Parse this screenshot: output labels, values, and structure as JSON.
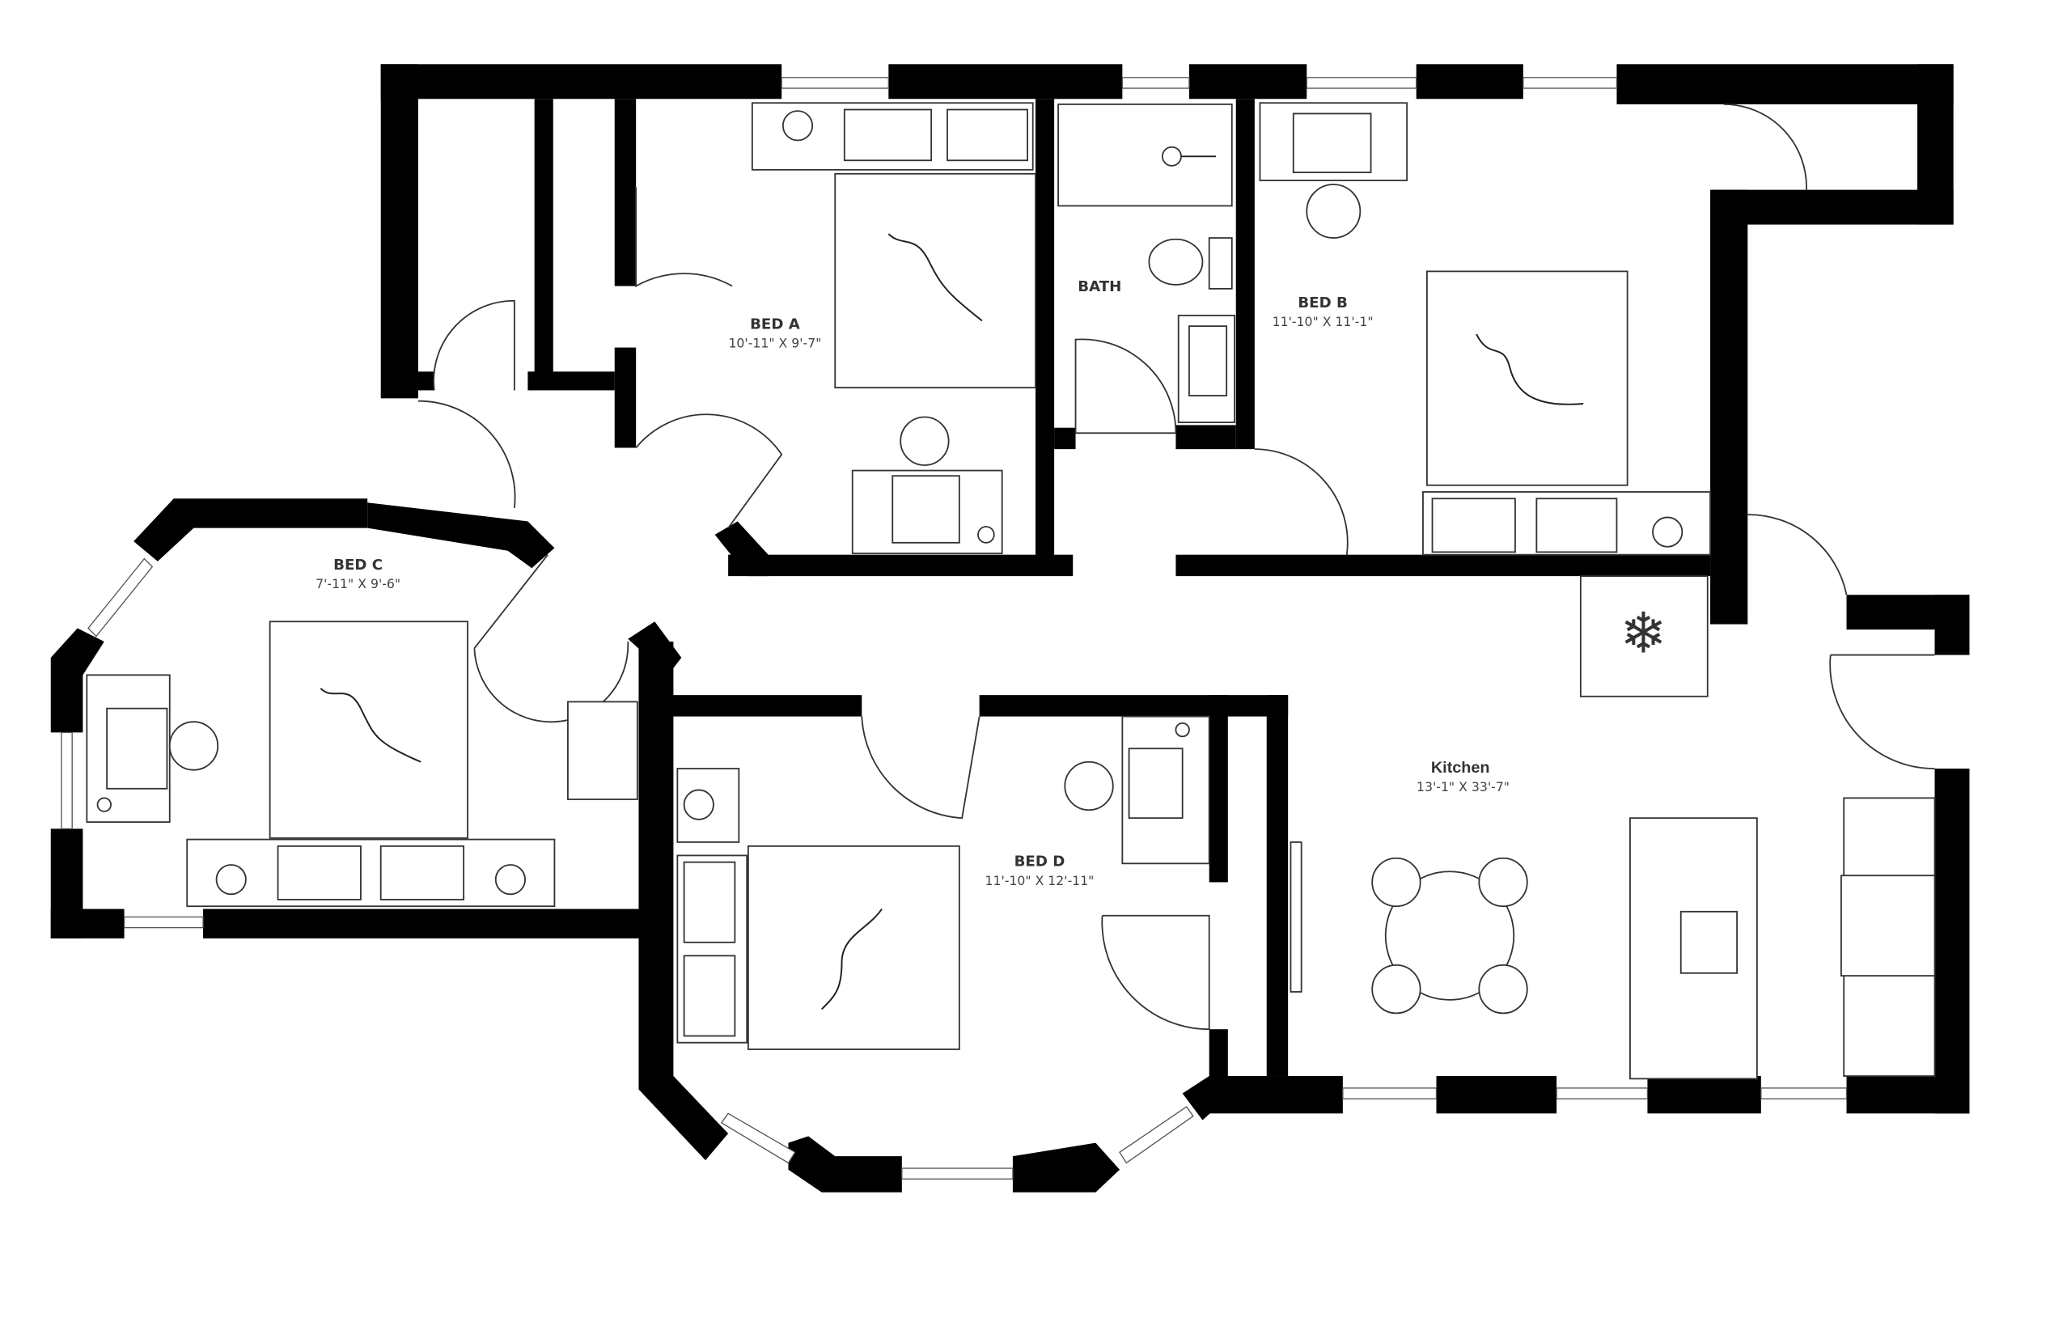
{
  "plan": {
    "rooms": [
      {
        "id": "bed-a",
        "name": "BED A",
        "dimensions": "10'-11\" X 9'-7\""
      },
      {
        "id": "bed-b",
        "name": "BED B",
        "dimensions": "11'-10\" X 11'-1\""
      },
      {
        "id": "bed-c",
        "name": "BED C",
        "dimensions": "7'-11\" X 9'-6\""
      },
      {
        "id": "bed-d",
        "name": "BED D",
        "dimensions": "11'-10\" X 12'-11\""
      },
      {
        "id": "bath",
        "name": "BATH",
        "dimensions": ""
      },
      {
        "id": "kitchen",
        "name": "Kitchen",
        "dimensions": "13'-1\" X 33'-7\""
      }
    ],
    "colors": {
      "wall": "#000000",
      "background": "#ffffff",
      "line": "#333333"
    }
  }
}
